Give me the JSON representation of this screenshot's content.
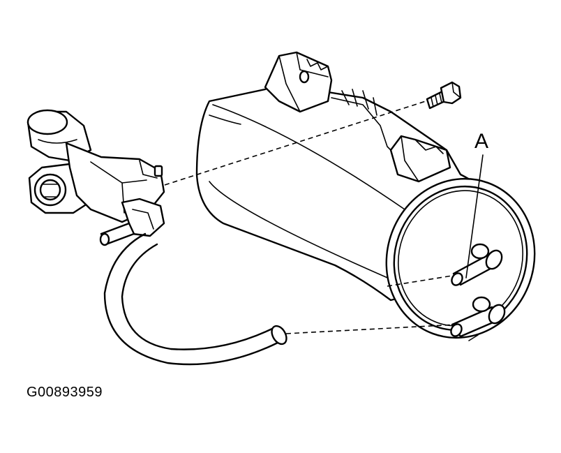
{
  "diagram": {
    "callouts": [
      {
        "id": "A",
        "label": "A"
      }
    ],
    "figure_id": "G00893959",
    "components": [
      {
        "name": "evap-canister",
        "icon": "canister-icon"
      },
      {
        "name": "purge-valve-solenoid",
        "icon": "solenoid-icon"
      },
      {
        "name": "mounting-bolt",
        "icon": "bolt-icon"
      },
      {
        "name": "vacuum-hose",
        "icon": "hose-icon"
      }
    ],
    "colors": {
      "line": "#000000",
      "background": "#ffffff"
    }
  }
}
